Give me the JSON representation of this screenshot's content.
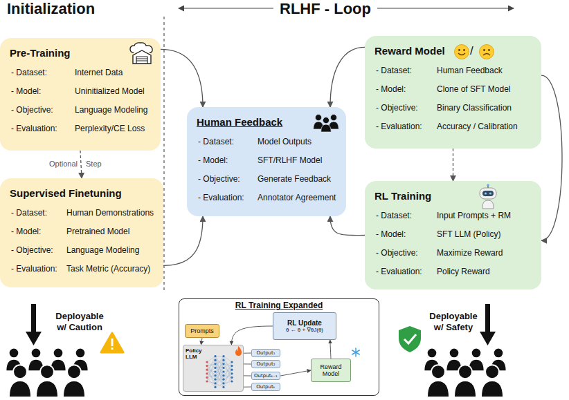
{
  "diagram": {
    "nodes": [
      {
        "text": [
          "Pre-Training",
          "- Dataset:",
          "Internet Data",
          "- Model:",
          "Uninitialized Model",
          "- Objective:",
          "Language Modeling",
          "- Evaluation:",
          "Perplexity/CE Loss"
        ]
      },
      {
        "text": [
          "Supervised Finetuning",
          "- Dataset:",
          "Human Demonstrations",
          "- Model:",
          "Pretrained Model",
          "- Objective:",
          "Language Modeling",
          "- Evaluation:",
          "Task Metric (Accuracy)"
        ]
      },
      {
        "text": [
          "Human Feedback",
          "- Dataset:",
          "Model Outputs",
          "- Model:",
          "SFT/RLHF Model",
          "- Objective:",
          "Generate Feedback",
          "- Evaluation:",
          "Annotator Agreement"
        ]
      },
      {
        "text": [
          "Reward Model",
          "- Dataset:",
          "Human Feedback",
          "- Model:",
          "Clone of SFT Model",
          "- Objective:",
          "Binary Classification",
          "- Evaluation:",
          "Accuracy / Calibration"
        ]
      },
      {
        "text": [
          "RL Training",
          "- Dataset:",
          "Input Prompts + RM",
          "- Model:",
          "SFT LLM (Policy)",
          "- Objective:",
          "Maximize Reward",
          "- Evaluation:",
          "Policy Reward"
        ]
      },
      {
        "text": [
          "RL Training Expanded"
        ]
      },
      {
        "text": [
          "Prompts"
        ],
        "in": 5
      },
      {
        "text": [
          "RL Update",
          "θ ← θ + ∇θJ(θ)"
        ],
        "in": 5
      },
      {
        "text": [
          "Policy LLM"
        ],
        "in": 5
      },
      {
        "text": [
          "Output₁"
        ],
        "in": 5
      },
      {
        "text": [
          "Output₂"
        ],
        "in": 5
      },
      {
        "text": [
          "Outputₖ₋₁"
        ],
        "in": 5
      },
      {
        "text": [
          "Outputₖ"
        ],
        "in": 5
      },
      {
        "text": [
          "Reward Model"
        ],
        "in": 5
      }
    ],
    "edges": [
      {
        "from": 0,
        "to": 2,
        "arrow": "to"
      },
      {
        "from": 0,
        "to": 1,
        "arrow": "to"
      },
      {
        "from": 1,
        "to": 2,
        "arrow": "to"
      },
      {
        "from": 3,
        "to": 2,
        "arrow": "to"
      },
      {
        "from": 3,
        "to": 4,
        "arrow": "to"
      },
      {
        "from": 3,
        "to": 4,
        "arrow": "to"
      },
      {
        "from": 4,
        "to": 2,
        "arrow": "to"
      },
      {
        "from": 6,
        "to": 8,
        "arrow": "to"
      },
      {
        "from": 8,
        "to": 9,
        "arrow": "none"
      },
      {
        "from": 8,
        "to": 10,
        "arrow": "none"
      },
      {
        "from": 8,
        "to": 11,
        "arrow": "none"
      },
      {
        "from": 8,
        "to": 12,
        "arrow": "none"
      },
      {
        "from": 11,
        "to": 13,
        "arrow": "to"
      },
      {
        "from": 13,
        "to": 7,
        "arrow": "to"
      },
      {
        "from": 7,
        "to": 8,
        "arrow": "to"
      }
    ],
    "labels": [
      "Initialization",
      "RLHF - Loop",
      "Optional",
      "Step",
      "/",
      "Deployable w/ Caution",
      "Deployable w/ Safety"
    ]
  }
}
